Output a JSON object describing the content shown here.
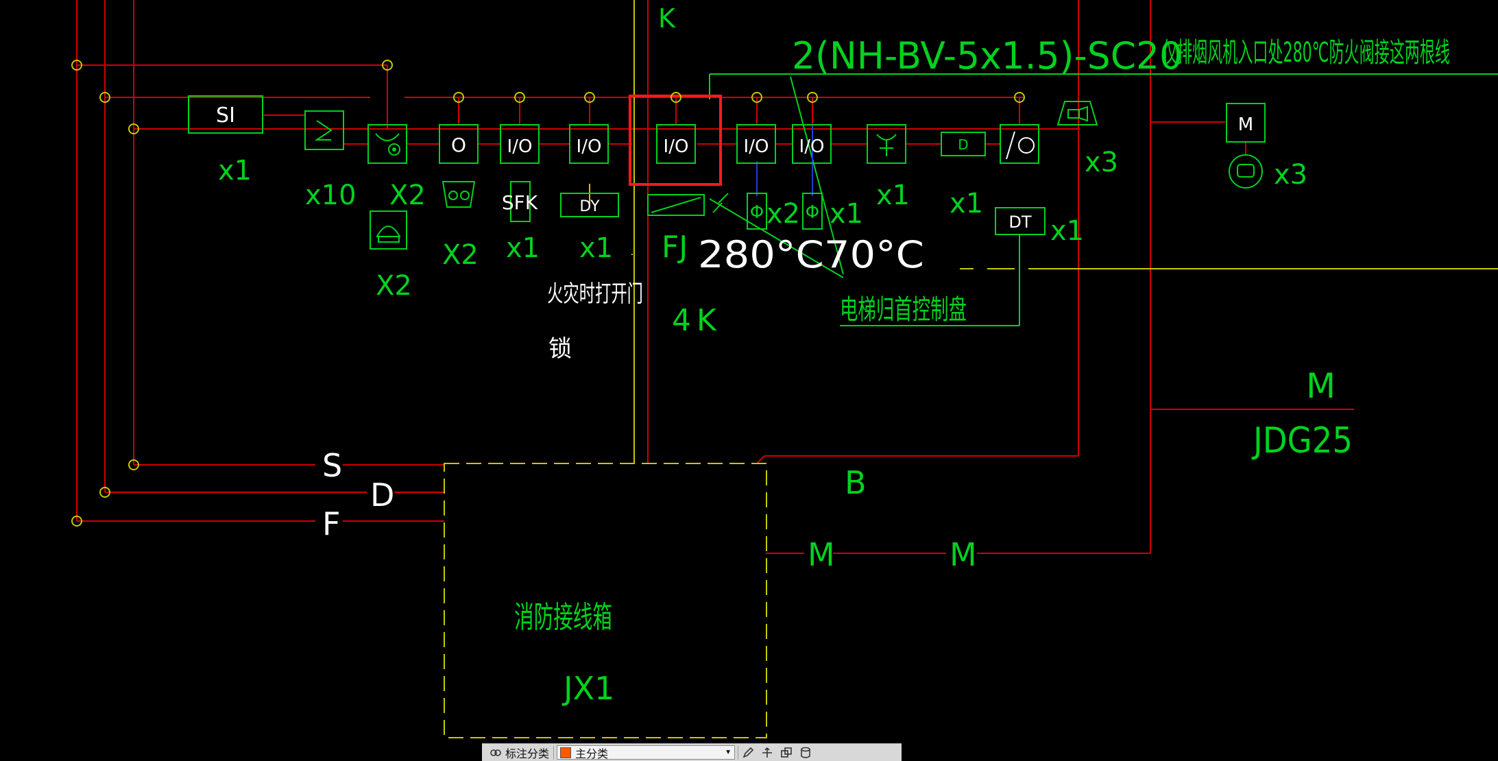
{
  "drawing": {
    "bus_symbols": {
      "si": "SI",
      "o": "O",
      "io": "I/O",
      "d": "D",
      "dt": "DT",
      "dy": "DY",
      "sfk": "SFK",
      "fi": "Φ",
      "m": "M"
    },
    "quantities": {
      "si": "x1",
      "s_symbol": "x10",
      "horn": "X2",
      "phone": "X2",
      "beacon": "X2",
      "sfk": "x1",
      "dy": "x1",
      "fi1": "x2",
      "fi2": "x1",
      "antenna": "x1",
      "d_box": "x1",
      "dt_box": "x1",
      "speaker": "x3",
      "motor": "x3"
    },
    "labels": {
      "k": "K",
      "fj": "FJ",
      "k4": "4K",
      "temps": "280°C70°C",
      "fire_unlock_line1": "火灾时打开门",
      "fire_unlock_line2": "锁",
      "elevator": "电梯归首控制盘",
      "m_right": "M",
      "jdg25": "JDG25",
      "b": "B",
      "s": "S",
      "d": "D",
      "f": "F",
      "m1": "M",
      "m2": "M",
      "fire_box": "消防接线箱",
      "jx1": "JX1"
    },
    "cable_note": "2(NH-BV-5x1.5)-SC20",
    "cable_note_cn": "仅排烟风机入口处280℃防火阀接这两根线"
  },
  "colors": {
    "background": "#000000",
    "wire_red": "#d00000",
    "text_green": "#00d21f",
    "wire_yellow": "#c8c800",
    "highlight": "#ff1a1a",
    "text_white": "#ffffff"
  },
  "toolbar": {
    "annotation_scale": "标注分类",
    "layer_value": "主分类"
  }
}
